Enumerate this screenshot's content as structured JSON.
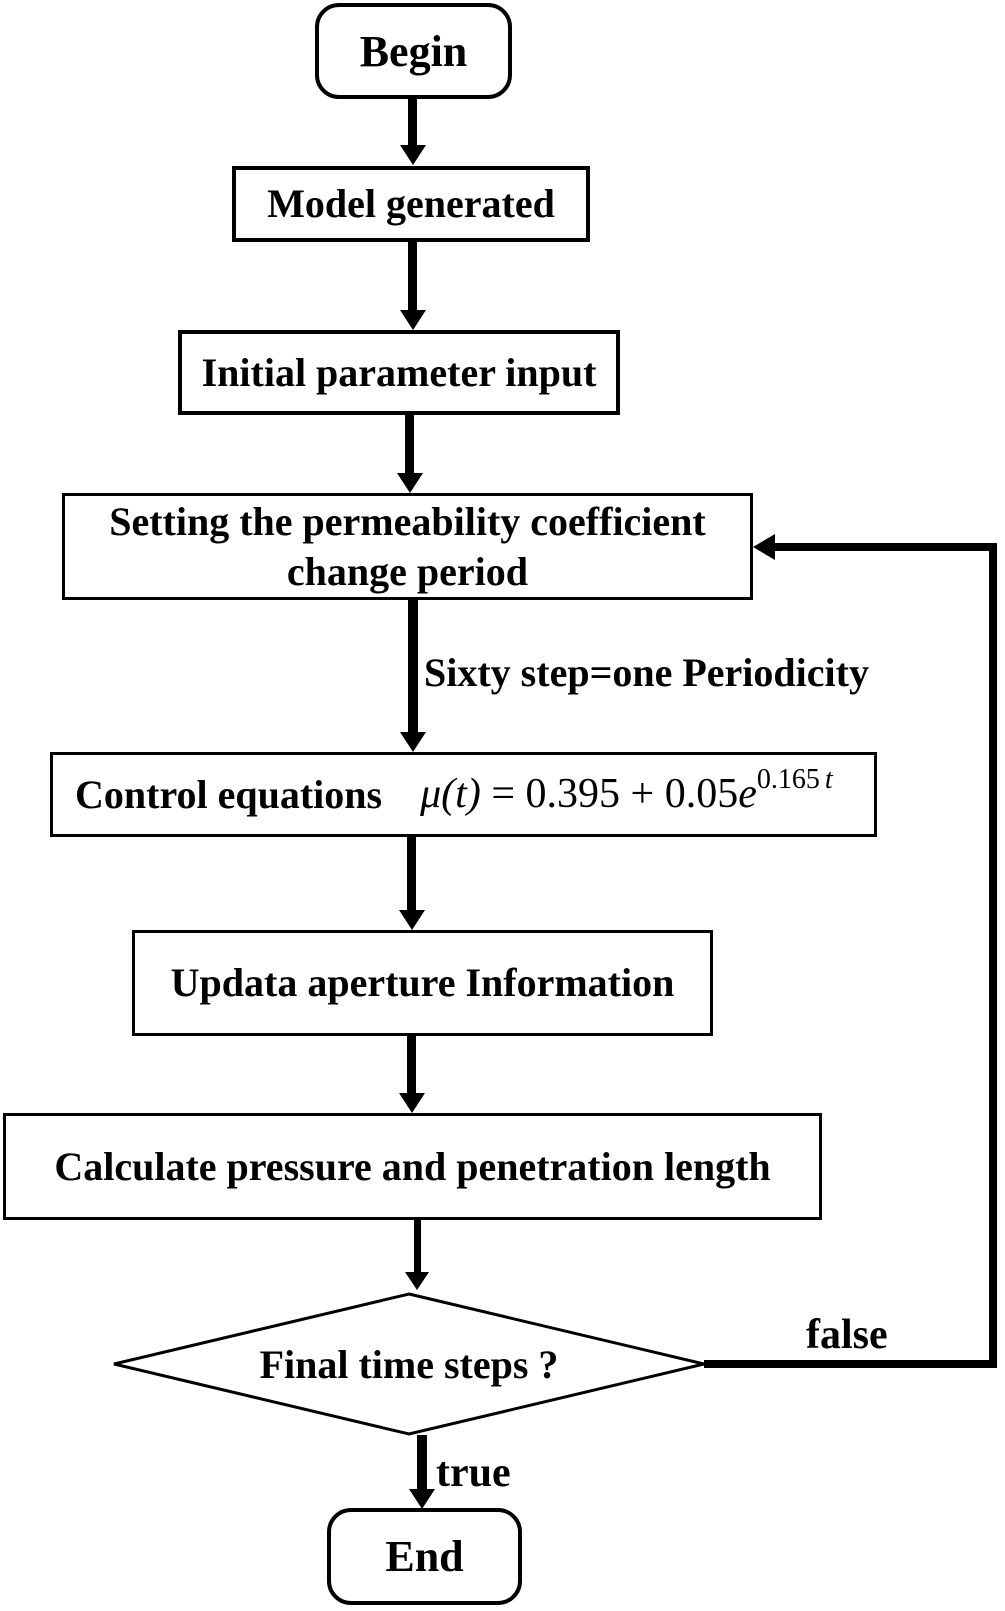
{
  "figure": {
    "type": "flowchart",
    "colors": {
      "line": "#000000",
      "background": "#ffffff",
      "node_fill": "#ffffff"
    },
    "nodes": {
      "begin": {
        "shape": "rounded-rect",
        "label": "Begin"
      },
      "model": {
        "shape": "rect",
        "label": "Model generated"
      },
      "initial": {
        "shape": "rect",
        "label": "Initial parameter input"
      },
      "setting": {
        "shape": "rect",
        "label": "Setting the permeability coefficient change period",
        "lines": [
          "Setting the permeability coefficient",
          "change period"
        ]
      },
      "control": {
        "shape": "rect",
        "label": "Control equations",
        "equation": {
          "lhs": "μ(t)",
          "mid": " = 0.395 + 0.05",
          "base": "e",
          "exp_coeff": "0.165",
          "exp_var": "t",
          "full": "μ(t) = 0.395 + 0.05e^(0.165 t)"
        }
      },
      "update": {
        "shape": "rect",
        "label": "Updata aperture Information"
      },
      "calculate": {
        "shape": "rect",
        "label": "Calculate pressure and penetration length"
      },
      "decision": {
        "shape": "diamond",
        "label": "Final time steps ?"
      },
      "end": {
        "shape": "rounded-rect",
        "label": "End"
      }
    },
    "edge_labels": {
      "period_note": "Sixty step=one Periodicity",
      "true_branch": "true",
      "false_branch": "false"
    },
    "edges": [
      {
        "from": "begin",
        "to": "model"
      },
      {
        "from": "model",
        "to": "initial"
      },
      {
        "from": "initial",
        "to": "setting"
      },
      {
        "from": "setting",
        "to": "control",
        "note": "Sixty step=one Periodicity"
      },
      {
        "from": "control",
        "to": "update"
      },
      {
        "from": "update",
        "to": "calculate"
      },
      {
        "from": "calculate",
        "to": "decision"
      },
      {
        "from": "decision",
        "to": "end",
        "label": "true"
      },
      {
        "from": "decision",
        "to": "setting",
        "label": "false",
        "route": "right-side-loop"
      }
    ]
  }
}
